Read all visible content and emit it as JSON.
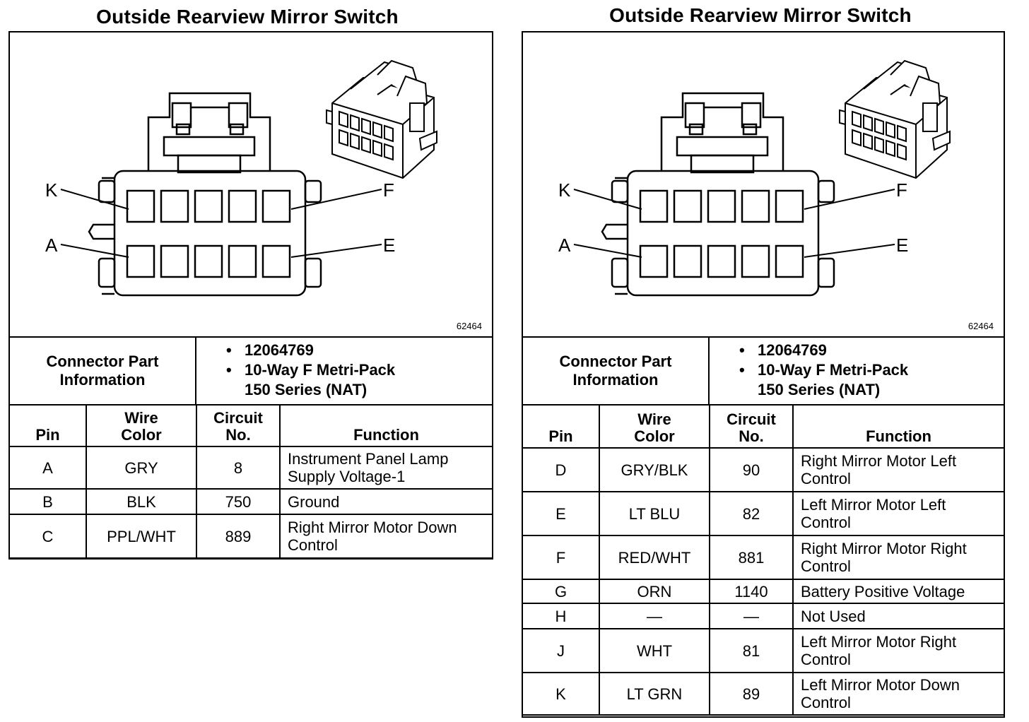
{
  "left": {
    "title": "Outside Rearview Mirror Switch",
    "figure_id": "62464",
    "pin_labels": {
      "k": "K",
      "f": "F",
      "a": "A",
      "e": "E"
    },
    "connector_label": "Connector Part\nInformation",
    "connector_items": [
      "12064769",
      "10-Way F Metri-Pack",
      "150 Series (NAT)"
    ],
    "headers": {
      "pin": "Pin",
      "wire": "Wire\nColor",
      "circuit": "Circuit\nNo.",
      "function": "Function"
    },
    "rows": [
      {
        "pin": "A",
        "wire": "GRY",
        "circuit": "8",
        "function": "Instrument Panel Lamp\nSupply Voltage-1"
      },
      {
        "pin": "B",
        "wire": "BLK",
        "circuit": "750",
        "function": "Ground"
      },
      {
        "pin": "C",
        "wire": "PPL/WHT",
        "circuit": "889",
        "function": "Right Mirror Motor Down\nControl"
      }
    ]
  },
  "right": {
    "title": "Outside Rearview Mirror Switch",
    "figure_id": "62464",
    "pin_labels": {
      "k": "K",
      "f": "F",
      "a": "A",
      "e": "E"
    },
    "connector_label": "Connector Part\nInformation",
    "connector_items": [
      "12064769",
      "10-Way F Metri-Pack",
      "150 Series (NAT)"
    ],
    "headers": {
      "pin": "Pin",
      "wire": "Wire\nColor",
      "circuit": "Circuit\nNo.",
      "function": "Function"
    },
    "rows": [
      {
        "pin": "D",
        "wire": "GRY/BLK",
        "circuit": "90",
        "function": "Right Mirror Motor Left\nControl"
      },
      {
        "pin": "E",
        "wire": "LT BLU",
        "circuit": "82",
        "function": "Left Mirror Motor Left\nControl"
      },
      {
        "pin": "F",
        "wire": "RED/WHT",
        "circuit": "881",
        "function": "Right Mirror Motor Right\nControl"
      },
      {
        "pin": "G",
        "wire": "ORN",
        "circuit": "1140",
        "function": "Battery Positive Voltage"
      },
      {
        "pin": "H",
        "wire": "—",
        "circuit": "—",
        "function": "Not Used"
      },
      {
        "pin": "J",
        "wire": "WHT",
        "circuit": "81",
        "function": "Left Mirror Motor Right\nControl"
      },
      {
        "pin": "K",
        "wire": "LT GRN",
        "circuit": "89",
        "function": "Left Mirror Motor Down\nControl"
      }
    ]
  }
}
